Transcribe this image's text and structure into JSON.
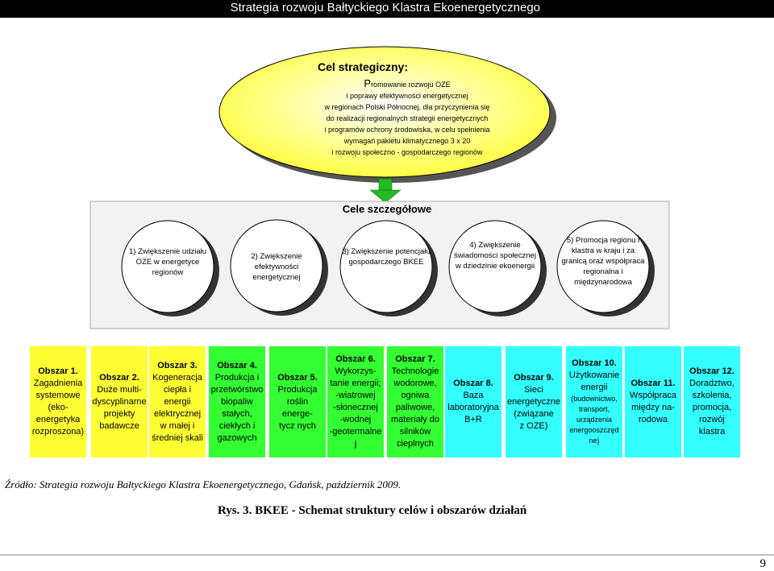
{
  "header": {
    "title": "Strategia rozwoju Bałtyckiego Klastra Ekoenergetycznego"
  },
  "goal": {
    "title": "Cel strategiczny:",
    "lines": [
      "Promowanie rozwoju OZE",
      "i poprawy efektywności energetycznej",
      "w regionach Polski Północnej, dla przyczynienia się",
      "do realizacji regionalnych strategii energetycznych",
      "i programów ochrony środowiska, w celu spełnienia",
      "wymagań pakietu klimatycznego 3 x 20",
      "i rozwoju społeczno - gospodarczego regionów"
    ]
  },
  "specific": {
    "title": "Cele szczegółowe",
    "goals": [
      "1) Zwiększenie udziału OZE w energetyce regionów",
      "2) Zwiększenie efektywności energetycznej",
      "3) Zwiększenie potencjału gospodarczego BKEE",
      "4) Zwiększenie świadomości społecznej w dziedzinie ekoenergii",
      "5) Promocja regionu i klastra w kraju i za granicą oraz współpraca regionalna i międzynarodowa"
    ]
  },
  "areas": [
    {
      "title": "Obszar 1.",
      "lines": [
        "Zagadnienia",
        "systemowe",
        "(eko-",
        "energetyka",
        "rozproszona)"
      ],
      "color": "#ffff33"
    },
    {
      "title": "Obszar 2.",
      "lines": [
        "Duże multi-",
        "dyscyplinarne",
        "projekty",
        "badawcze"
      ],
      "color": "#ffff33"
    },
    {
      "title": "Obszar 3.",
      "lines": [
        "Kogeneracja",
        "ciepła i",
        "energii",
        "elektrycznej",
        "w małej i",
        "średniej skali"
      ],
      "color": "#ffff33"
    },
    {
      "title": "Obszar 4.",
      "lines": [
        "Produkcja i",
        "przetwórstwo",
        "biopaliw",
        "stałych,",
        "ciekłych i",
        "gazowych"
      ],
      "color": "#33ff33"
    },
    {
      "title": "Obszar 5.",
      "lines": [
        "Produkcja",
        "roślin",
        "energe-",
        "tycz nych"
      ],
      "color": "#33ff33"
    },
    {
      "title": "Obszar 6.",
      "lines": [
        "Wykorzys-",
        "tanie energii;",
        "-wiatrowej",
        "-słonecznej",
        "-wodnej",
        "-geotermalne",
        "j"
      ],
      "color": "#33ff33"
    },
    {
      "title": "Obszar 7.",
      "lines": [
        "Technologie",
        "wodorowe,",
        "ogniwa",
        "paliwowe,",
        "materiały do",
        "silników",
        "cieplnych"
      ],
      "color": "#33ff33"
    },
    {
      "title": "Obszar 8.",
      "lines": [
        "Baza",
        "laboratoryjna",
        "B+R"
      ],
      "color": "#33ffff"
    },
    {
      "title": "Obszar 9.",
      "lines": [
        "Sieci",
        "energetyczne",
        "(związane",
        "z OZE)"
      ],
      "color": "#33ffff"
    },
    {
      "title": "Obszar 10.",
      "lines": [
        "Użytkowanie",
        "energii",
        "(budownictwo,",
        "transport,",
        "urządzenia",
        "energooszczęd",
        "ne)"
      ],
      "color": "#33ffff"
    },
    {
      "title": "Obszar 11.",
      "lines": [
        "Współpraca",
        "między na-",
        "rodowa"
      ],
      "color": "#33ffff"
    },
    {
      "title": "Obszar 12.",
      "lines": [
        "Doradztwo,",
        "szkolenia,",
        "promocja,",
        "rozwój klastra"
      ],
      "color": "#33ffff"
    }
  ],
  "source": "Źródło: Strategia rozwoju Bałtyckiego Klastra Ekoenergetycznego, Gdańsk, październik 2009.",
  "caption": "Rys. 3.  BKEE - Schemat struktury celów i obszarów działań",
  "page_number": "9",
  "colors": {
    "goal_fill": "#ffff33",
    "arrow": "#22bb22",
    "panel": "#f2f2f2"
  }
}
